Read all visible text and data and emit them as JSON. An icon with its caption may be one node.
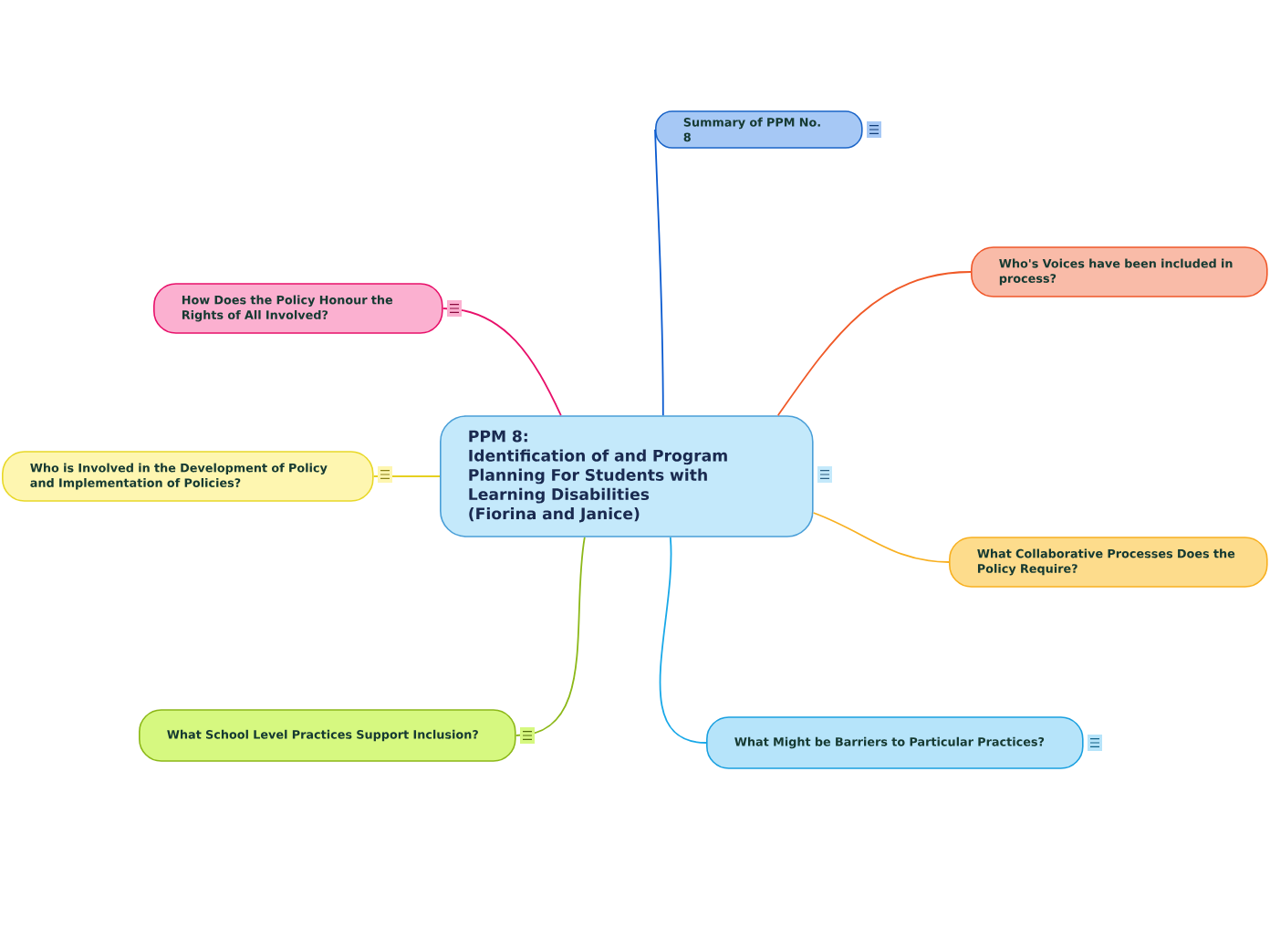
{
  "diagram": {
    "nodes": [
      {
        "text": [
          "PPM 8:",
          "Identification of and Program Planning For Students with Learning Disabilities",
          "(Fiorina and Janice)"
        ]
      },
      {
        "text": [
          "Summary of PPM No. 8"
        ]
      },
      {
        "text": [
          "Who's Voices have been included in process?"
        ]
      },
      {
        "text": [
          "How Does the Policy Honour the Rights of All Involved?"
        ]
      },
      {
        "text": [
          "Who is Involved in the Development of Policy and Implementation of Policies?"
        ]
      },
      {
        "text": [
          "What Collaborative Processes Does the Policy Require?"
        ]
      },
      {
        "text": [
          "What Might be Barriers to Particular Practices?"
        ]
      },
      {
        "text": [
          "What School Level Practices Support Inclusion?"
        ]
      }
    ],
    "edges": [
      {
        "from": 0,
        "to": 1,
        "arrow": "none",
        "color": "#0a5ad0"
      },
      {
        "from": 0,
        "to": 2,
        "arrow": "none",
        "color": "#f05a28"
      },
      {
        "from": 0,
        "to": 3,
        "arrow": "none",
        "color": "#e8106a"
      },
      {
        "from": 0,
        "to": 4,
        "arrow": "none",
        "color": "#e6d020"
      },
      {
        "from": 0,
        "to": 5,
        "arrow": "none",
        "color": "#f8b020"
      },
      {
        "from": 0,
        "to": 6,
        "arrow": "none",
        "color": "#18a8e8"
      },
      {
        "from": 0,
        "to": 7,
        "arrow": "none",
        "color": "#8cb818"
      }
    ]
  }
}
